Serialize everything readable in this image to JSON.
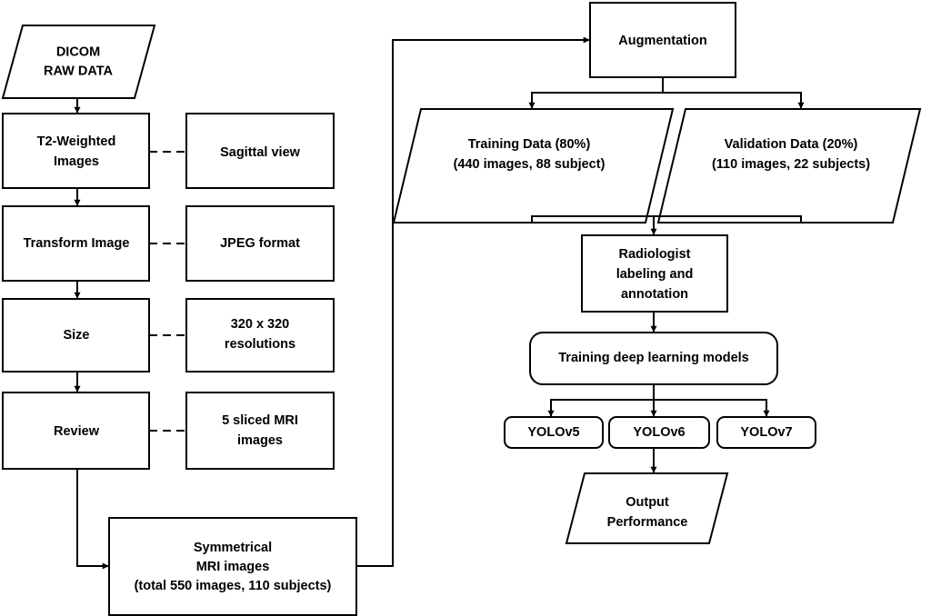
{
  "nodes": {
    "dicom": [
      "DICOM",
      "RAW DATA"
    ],
    "t2_weighted": [
      "T2-Weighted",
      "Images"
    ],
    "sagittal": [
      "Sagittal view"
    ],
    "transform": [
      "Transform Image"
    ],
    "jpeg": [
      "JPEG format"
    ],
    "size": [
      "Size"
    ],
    "resolution": [
      "320 x 320",
      "resolutions"
    ],
    "review": [
      "Review"
    ],
    "sliced": [
      "5 sliced MRI",
      "images"
    ],
    "symmetrical": [
      "Symmetrical",
      "MRI images",
      "(total 550 images, 110 subjects)"
    ],
    "augmentation": [
      "Augmentation"
    ],
    "training_data": [
      "Training Data (80%)",
      "(440 images, 88 subject)"
    ],
    "validation_data": [
      "Validation Data (20%)",
      "(110 images, 22 subjects)"
    ],
    "radiologist": [
      "Radiologist",
      "labeling and",
      "annotation"
    ],
    "training_models": [
      "Training deep learning models"
    ],
    "yolov5": [
      "YOLOv5"
    ],
    "yolov6": [
      "YOLOv6"
    ],
    "yolov7": [
      "YOLOv7"
    ],
    "output": [
      "Output",
      "Performance"
    ]
  }
}
